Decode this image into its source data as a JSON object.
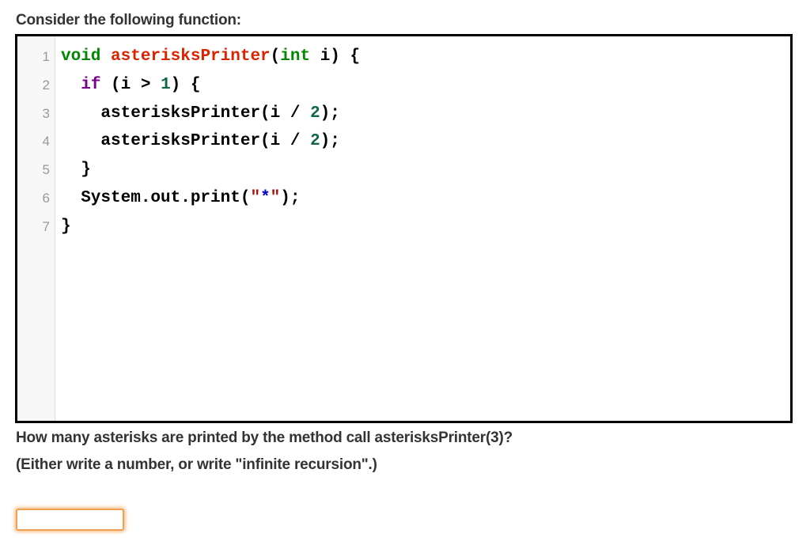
{
  "intro": "Consider the following function:",
  "code": {
    "line_numbers": [
      "1",
      "2",
      "3",
      "4",
      "5",
      "6",
      "7"
    ],
    "lines": [
      [
        {
          "text": "void",
          "cls": "kw-type"
        },
        {
          "text": " ",
          "cls": ""
        },
        {
          "text": "asterisksPrinter",
          "cls": "kw-fn"
        },
        {
          "text": "(",
          "cls": ""
        },
        {
          "text": "int",
          "cls": "kw-type"
        },
        {
          "text": " i) {",
          "cls": ""
        }
      ],
      [
        {
          "text": "  ",
          "cls": ""
        },
        {
          "text": "if",
          "cls": "kw-ctrl"
        },
        {
          "text": " (i > ",
          "cls": ""
        },
        {
          "text": "1",
          "cls": "num"
        },
        {
          "text": ") {",
          "cls": ""
        }
      ],
      [
        {
          "text": "    asterisksPrinter(i / ",
          "cls": ""
        },
        {
          "text": "2",
          "cls": "num"
        },
        {
          "text": ");",
          "cls": ""
        }
      ],
      [
        {
          "text": "    asterisksPrinter(i / ",
          "cls": ""
        },
        {
          "text": "2",
          "cls": "num"
        },
        {
          "text": ");",
          "cls": ""
        }
      ],
      [
        {
          "text": "  }",
          "cls": ""
        }
      ],
      [
        {
          "text": "  System.out.print(",
          "cls": ""
        },
        {
          "text": "\"",
          "cls": "str"
        },
        {
          "text": "*",
          "cls": "star"
        },
        {
          "text": "\"",
          "cls": "str"
        },
        {
          "text": ");",
          "cls": ""
        }
      ],
      [
        {
          "text": "}",
          "cls": ""
        }
      ]
    ]
  },
  "question": "How many asterisks are printed by the method call asterisksPrinter(3)?",
  "hint": "(Either write a number, or write \"infinite recursion\".)",
  "answer": {
    "value": "",
    "placeholder": ""
  }
}
